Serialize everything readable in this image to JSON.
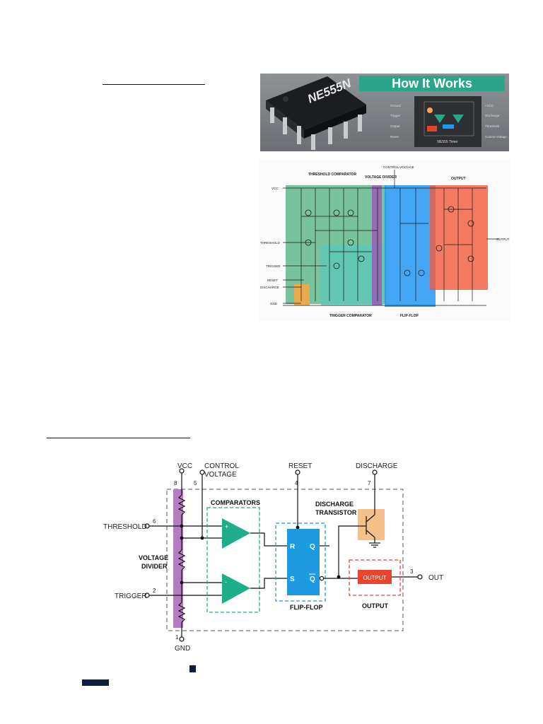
{
  "photo": {
    "banner": "How It Works",
    "chip_marking": "NE555N",
    "pins_left": [
      "Ground",
      "Trigger",
      "Output",
      "Reset"
    ],
    "pins_right": [
      "+VCC",
      "Discharge",
      "Threshold",
      "Control Voltage"
    ],
    "chip_name": "NE555 Timer",
    "colors": {
      "banner_bg": "#2aa58a",
      "chip_body": "#1b1d21"
    }
  },
  "internal": {
    "vcc": "VCC",
    "control": "CONTROL VOLTAGE",
    "sections": {
      "threshold_comparator": "THRESHOLD COMPARATOR",
      "voltage_divider": "VOLTAGE DIVIDER",
      "output": "OUTPUT",
      "trigger_comparator": "TRIGGER COMPARATOR",
      "flip_flop": "FLIP-FLOP"
    },
    "left_labels": [
      "THRESHOLD",
      "TRIGGER",
      "RESET",
      "DISCHARGE",
      "GND"
    ],
    "output_label": "OUTPUT",
    "colors": {
      "green": "#4caf7f",
      "purple": "#9c57b6",
      "teal": "#5ac8b8",
      "blue": "#2196f3",
      "red": "#f25a3c",
      "orange": "#f5a742"
    }
  },
  "block": {
    "vcc": "VCC",
    "control_voltage": [
      "CONTROL",
      "VOLTAGE"
    ],
    "reset": "RESET",
    "discharge": "DISCHARGE",
    "threshold": "THRESHOLD",
    "trigger": "TRIGGER",
    "gnd": "GND",
    "out": "OUT",
    "pin_numbers": {
      "vcc": "8",
      "control": "5",
      "reset": "4",
      "discharge": "7",
      "threshold": "6",
      "trigger": "2",
      "gnd": "1",
      "out": "3"
    },
    "comparators": "COMPARATORS",
    "discharge_transistor": [
      "DISCHARGE",
      "TRANSISTOR"
    ],
    "voltage_divider": [
      "VOLTAGE",
      "DIVIDER"
    ],
    "flip_flop": "FLIP-FLOP",
    "output_section": "OUTPUT",
    "output_box": "OUTPUT",
    "ff_pins": {
      "r": "R",
      "q": "Q",
      "s": "S",
      "qbar": "Q"
    },
    "colors": {
      "divider": "#b57cc4",
      "comparator": "#1fae8c",
      "flipflop": "#1e9be0",
      "output": "#e8452c",
      "transistor": "#f5c08a"
    }
  }
}
